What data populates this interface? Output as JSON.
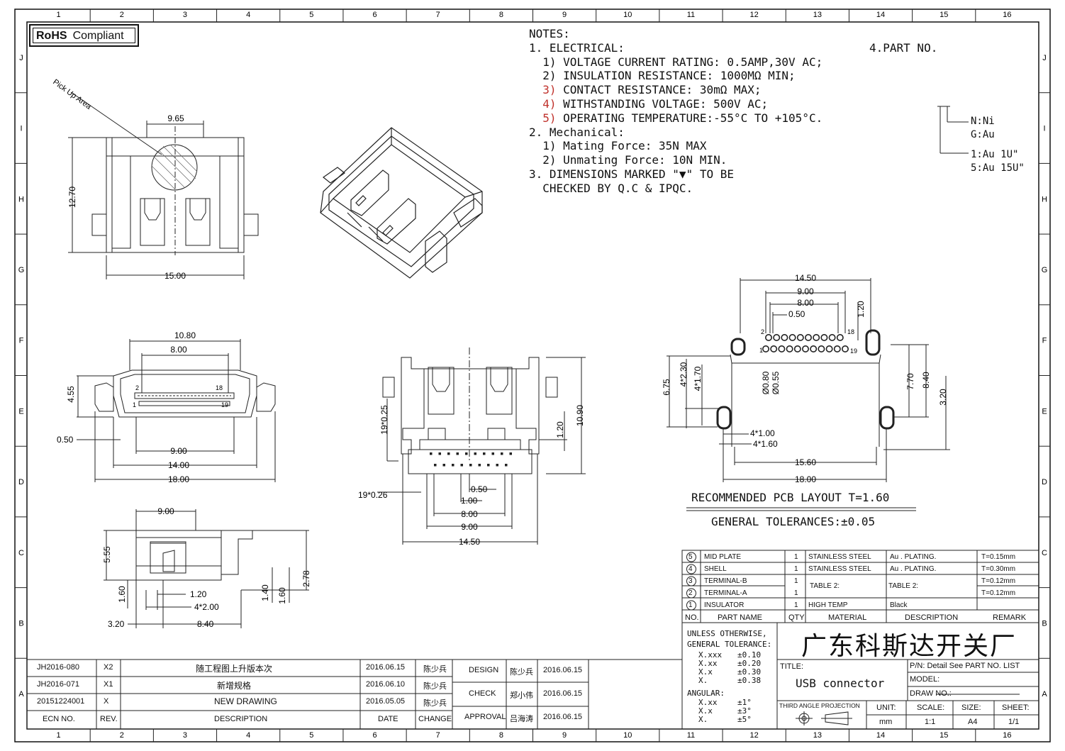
{
  "rohs": {
    "bold": "RoHS",
    "text": "Compliant"
  },
  "grid": {
    "columns": [
      "1",
      "2",
      "3",
      "4",
      "5",
      "6",
      "7",
      "8",
      "9",
      "10",
      "11",
      "12",
      "13",
      "14",
      "15",
      "16"
    ],
    "rows": [
      "J",
      "I",
      "H",
      "G",
      "F",
      "E",
      "D",
      "C",
      "B",
      "A"
    ]
  },
  "pickup_label": "Pick Up Area",
  "notes": {
    "title": "NOTES:",
    "e_head": "1. ELECTRICAL:",
    "e1": "1) VOLTAGE CURRENT RATING: 0.5AMP,30V AC;",
    "e2": "2) INSULATION RESISTANCE: 1000MΩ MIN;",
    "e3_num": "3)",
    "e3": " CONTACT RESISTANCE: 30mΩ MAX;",
    "e4_num": "4)",
    "e4": " WITHSTANDING VOLTAGE: 500V AC;",
    "e5_num": "5)",
    "e5": " OPERATING TEMPERATURE:-55°C TO +105°C.",
    "m_head": "2. Mechanical:",
    "m1": "1) Mating Force: 35N MAX",
    "m2": "2) Unmating Force: 10N MIN.",
    "d1": "3. DIMENSIONS MARKED \"▼\" TO BE",
    "d2": "CHECKED BY Q.C & IPQC."
  },
  "part_no": {
    "label": "4.PART NO.",
    "codes": [
      "N:Ni",
      "G:Au",
      "1:Au 1U\"",
      "5:Au 15U\""
    ]
  },
  "dims": {
    "top": [
      "9.65",
      "12.70",
      "15.00"
    ],
    "front": [
      "10.80",
      "8.00",
      "4.55",
      "2",
      "18",
      "1",
      "19",
      "0.50",
      "9.00",
      "14.00",
      "18.00"
    ],
    "side": [
      "9.00",
      "5.55",
      "2.78",
      "1.60",
      "1.20",
      "4*2.00",
      "1.40",
      "1.60",
      "3.20",
      "8.40"
    ],
    "bottom": [
      "19*0.25",
      "10.90",
      "1.20",
      "19*0.26",
      "0.50",
      "1.00",
      "8.00",
      "9.00",
      "14.50"
    ],
    "pcb": [
      "14.50",
      "9.00",
      "8.00",
      "0.50",
      "1.20",
      "2",
      "18",
      "1",
      "19",
      "6.75",
      "4*2.30",
      "4*1.70",
      "Ø0.80",
      "Ø0.55",
      "7.70",
      "8.40",
      "3.20",
      "4*1.00",
      "4*1.60",
      "15.60",
      "18.00"
    ]
  },
  "pcb_title": "RECOMMENDED PCB LAYOUT T=1.60",
  "general_tol": "GENERAL TOLERANCES:±0.05",
  "bom": {
    "rows": [
      {
        "no": "5",
        "name": "MID PLATE",
        "qty": "1",
        "material": "STAINLESS STEEL",
        "desc": "Au . PLATING.",
        "remark": "T=0.15mm"
      },
      {
        "no": "4",
        "name": "SHELL",
        "qty": "1",
        "material": "STAINLESS STEEL",
        "desc": "Au . PLATING.",
        "remark": "T=0.30mm"
      },
      {
        "no": "3",
        "name": "TERMINAL-B",
        "qty": "1",
        "material": "TABLE 2:",
        "desc": "TABLE 2:",
        "remark": "T=0.12mm"
      },
      {
        "no": "2",
        "name": "TERMINAL-A",
        "qty": "1",
        "material": "",
        "desc": "",
        "remark": "T=0.12mm"
      },
      {
        "no": "1",
        "name": "INSULATOR",
        "qty": "1",
        "material": "HIGH TEMP",
        "desc": "Black",
        "remark": ""
      }
    ],
    "headers": {
      "no": "NO.",
      "name": "PART NAME",
      "qty": "QTY",
      "material": "MATERIAL",
      "desc": "DESCRIPTION",
      "remark": "REMARK"
    }
  },
  "tolerance": {
    "head1": "UNLESS OTHERWISE,",
    "head2": "GENERAL TOLERANCE:",
    "rows": [
      [
        "X.xxx",
        "±0.10"
      ],
      [
        "X.xx",
        "±0.20"
      ],
      [
        "X.x",
        "±0.30"
      ],
      [
        "X.",
        "±0.38"
      ]
    ],
    "angular": "ANGULAR:",
    "arows": [
      [
        "X.xx",
        "±1°"
      ],
      [
        "X.x",
        "±3°"
      ],
      [
        "X.",
        "±5°"
      ]
    ]
  },
  "company": "广东科斯达开关厂",
  "title_label": "TITLE:",
  "title_value": "USB connector",
  "pn": "P/N: Detail See PART NO. LIST",
  "model": "MODEL:",
  "drawno": "DRAW NO.:",
  "projection": "THIRD ANGLE PROJECTION",
  "unit": {
    "label": "UNIT:",
    "value": "mm"
  },
  "scale": {
    "label": "SCALE:",
    "value": "1:1"
  },
  "size": {
    "label": "SIZE:",
    "value": "A4"
  },
  "sheet": {
    "label": "SHEET:",
    "value": "1/1"
  },
  "revisions": [
    {
      "ecn": "JH2016-080",
      "rev": "X2",
      "desc": "随工程图上升版本次",
      "date": "2016.06.15",
      "change": "陈少兵"
    },
    {
      "ecn": "JH2016-071",
      "rev": "X1",
      "desc": "新增规格",
      "date": "2016.06.10",
      "change": "陈少兵"
    },
    {
      "ecn": "20151224001",
      "rev": "X",
      "desc": "NEW DRAWING",
      "date": "2016.05.05",
      "change": "陈少兵"
    }
  ],
  "rev_headers": {
    "ecn": "ECN NO.",
    "rev": "REV.",
    "desc": "DESCRIPTION",
    "date": "DATE",
    "change": "CHANGE"
  },
  "approvals": [
    {
      "role": "DESIGN",
      "name": "陈少兵",
      "date": "2016.06.15"
    },
    {
      "role": "CHECK",
      "name": "郑小伟",
      "date": "2016.06.15"
    },
    {
      "role": "APPROVAL",
      "name": "吕海涛",
      "date": "2016.06.15"
    }
  ]
}
